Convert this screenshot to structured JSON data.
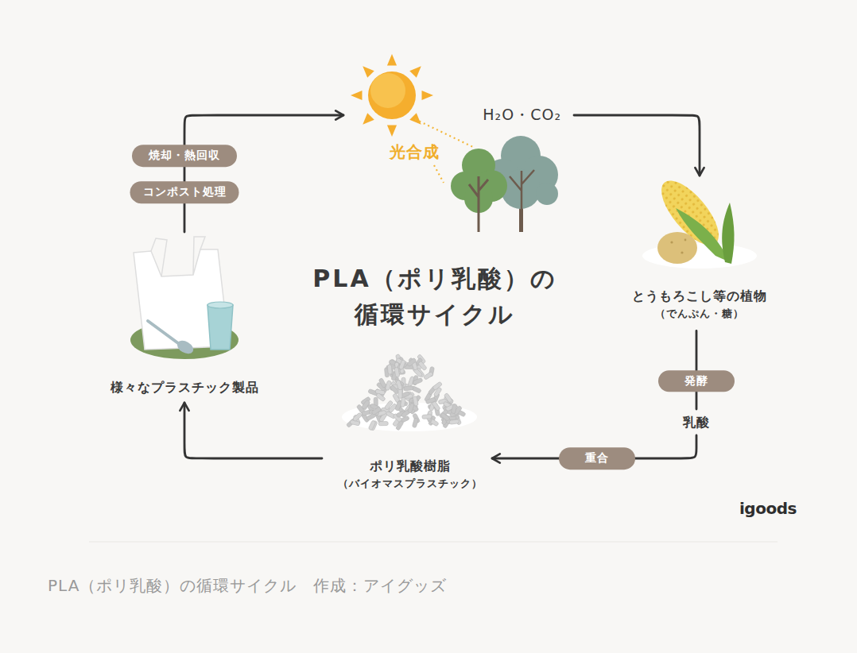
{
  "diagram": {
    "title": "PLA（ポリ乳酸）の 循環サイクル",
    "caption": "PLA（ポリ乳酸）の循環サイクル　作成：アイグッズ",
    "nodes": [
      {
        "text": [
          "光合成"
        ]
      },
      {
        "text": [
          "とうもろこし等の植物",
          "（でんぷん・糖）"
        ]
      },
      {
        "text": [
          "乳酸"
        ]
      },
      {
        "text": [
          "ポリ乳酸樹脂",
          "（バイオマスプラスチック）"
        ]
      },
      {
        "text": [
          "様々なプラスチック製品"
        ]
      }
    ],
    "edges": [
      {
        "from": 0,
        "to": 1,
        "label": "H₂O・CO₂",
        "arrow": "to"
      },
      {
        "from": 1,
        "to": 2,
        "label": "発酵",
        "arrow": "none"
      },
      {
        "from": 2,
        "to": 3,
        "label": "重合",
        "arrow": "to"
      },
      {
        "from": 3,
        "to": 4,
        "arrow": "to"
      },
      {
        "from": 4,
        "to": 0,
        "label": "焼却・熱回収",
        "arrow": "to"
      }
    ],
    "labels": [
      "コンポスト処理",
      "igoods"
    ]
  }
}
